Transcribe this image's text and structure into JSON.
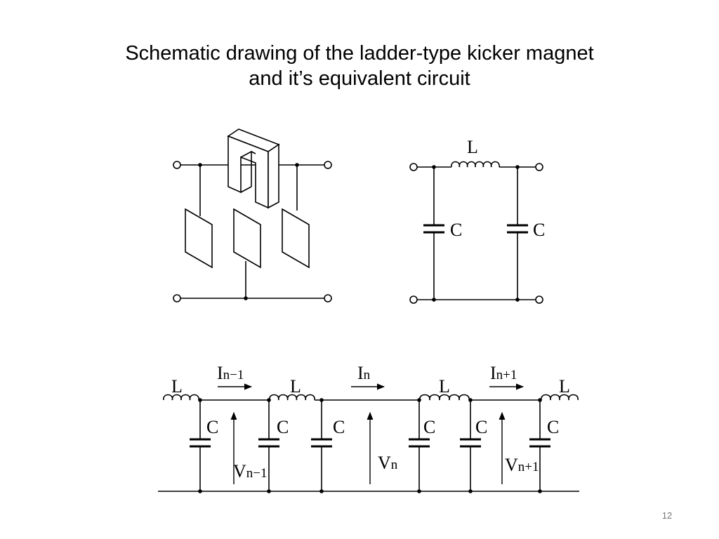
{
  "slide": {
    "title_line1": "Schematic drawing of the ladder-type kicker magnet",
    "title_line2": "and it’s equivalent circuit",
    "page_number": "12"
  },
  "equivalent_circuit": {
    "inductor_label": "L",
    "capacitor_left_label": "C",
    "capacitor_right_label": "C"
  },
  "ladder": {
    "inductor_labels": [
      "L",
      "L",
      "L",
      "L"
    ],
    "capacitor_labels": [
      "C",
      "C",
      "C",
      "C",
      "C",
      "C"
    ],
    "currents": [
      {
        "base": "I",
        "sub": "n−1"
      },
      {
        "base": "I",
        "sub": "n"
      },
      {
        "base": "I",
        "sub": "n+1"
      }
    ],
    "voltages": [
      {
        "base": "V",
        "sub": "n−1"
      },
      {
        "base": "V",
        "sub": "n"
      },
      {
        "base": "V",
        "sub": "n+1"
      }
    ]
  }
}
